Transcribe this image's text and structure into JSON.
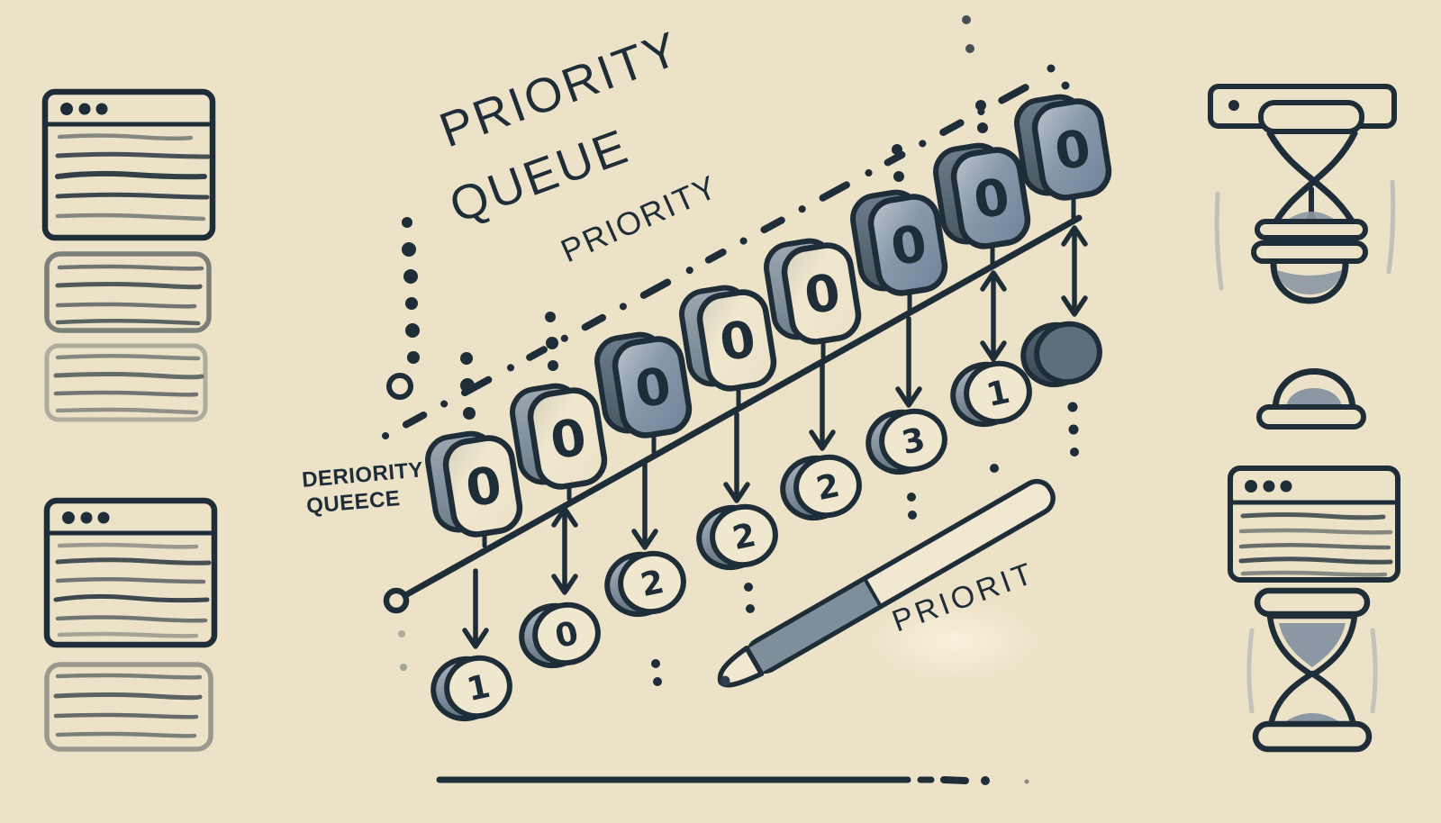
{
  "scene": {
    "title_line1": "PRIORITY",
    "title_line2": "QUEUE",
    "axis_label": "PRIORITY",
    "queue_label_line1": "DERIORITY",
    "queue_label_line2": "QUEECE",
    "pencil_label": "PRIORIT"
  },
  "blocks": [
    {
      "value": "0",
      "shade": "light"
    },
    {
      "value": "0",
      "shade": "light"
    },
    {
      "value": "0",
      "shade": "dark"
    },
    {
      "value": "0",
      "shade": "light"
    },
    {
      "value": "0",
      "shade": "light"
    },
    {
      "value": "0",
      "shade": "dark"
    },
    {
      "value": "0",
      "shade": "dark"
    },
    {
      "value": "0",
      "shade": "dark"
    }
  ],
  "coins": [
    {
      "value": "1"
    },
    {
      "value": "0"
    },
    {
      "value": "2"
    },
    {
      "value": "2"
    },
    {
      "value": "2"
    },
    {
      "value": "3"
    },
    {
      "value": "1"
    },
    {
      "value": ""
    }
  ],
  "icons": {
    "left": [
      "browser-window",
      "text-lines-box",
      "text-lines-box",
      "browser-window",
      "text-lines-box"
    ],
    "right": [
      "toolbar-bar",
      "warped-hourglass",
      "sand-dome",
      "browser-window",
      "hourglass"
    ]
  },
  "palette": {
    "background": "#ece2c8",
    "ink": "#1e2d38",
    "gray": "#7f8e9b",
    "gray_dark": "#5d6e7c",
    "cream": "#f1e8d1"
  }
}
